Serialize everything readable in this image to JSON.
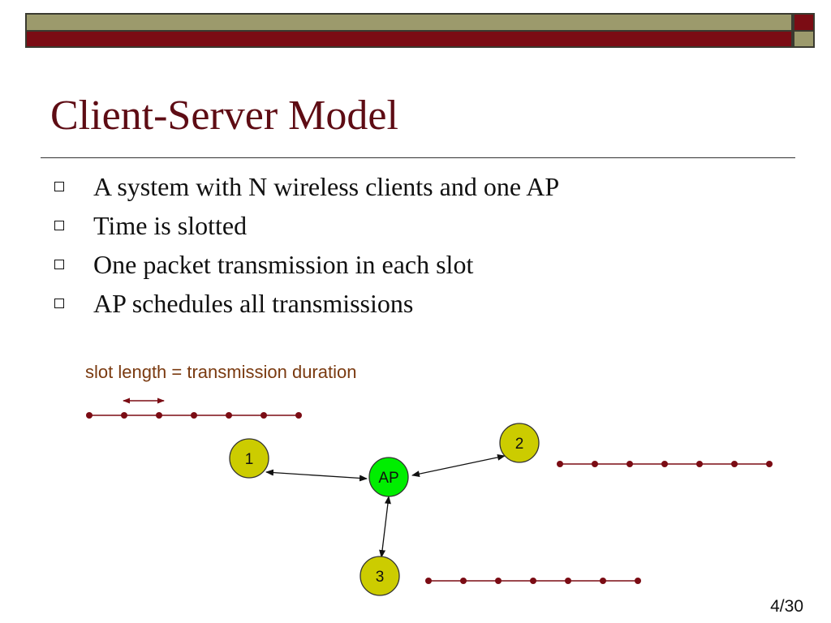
{
  "slide": {
    "title": "Client-Server Model",
    "bullets": [
      "A system with N wireless clients and one AP",
      "Time is slotted",
      "One packet transmission in each slot",
      "AP schedules all transmissions"
    ],
    "diagram": {
      "caption": "slot length = transmission duration",
      "nodes": {
        "ap": "AP",
        "client_1": "1",
        "client_2": "2",
        "client_3": "3"
      }
    },
    "page_number": "4/30"
  },
  "colors": {
    "title": "#5e0c14",
    "band_olive": "#9c9a6c",
    "band_maroon": "#7b0c14",
    "client_fill": "#cccc00",
    "ap_fill": "#00ee00",
    "timeline": "#7b0c14",
    "caption": "#7a3a10"
  }
}
